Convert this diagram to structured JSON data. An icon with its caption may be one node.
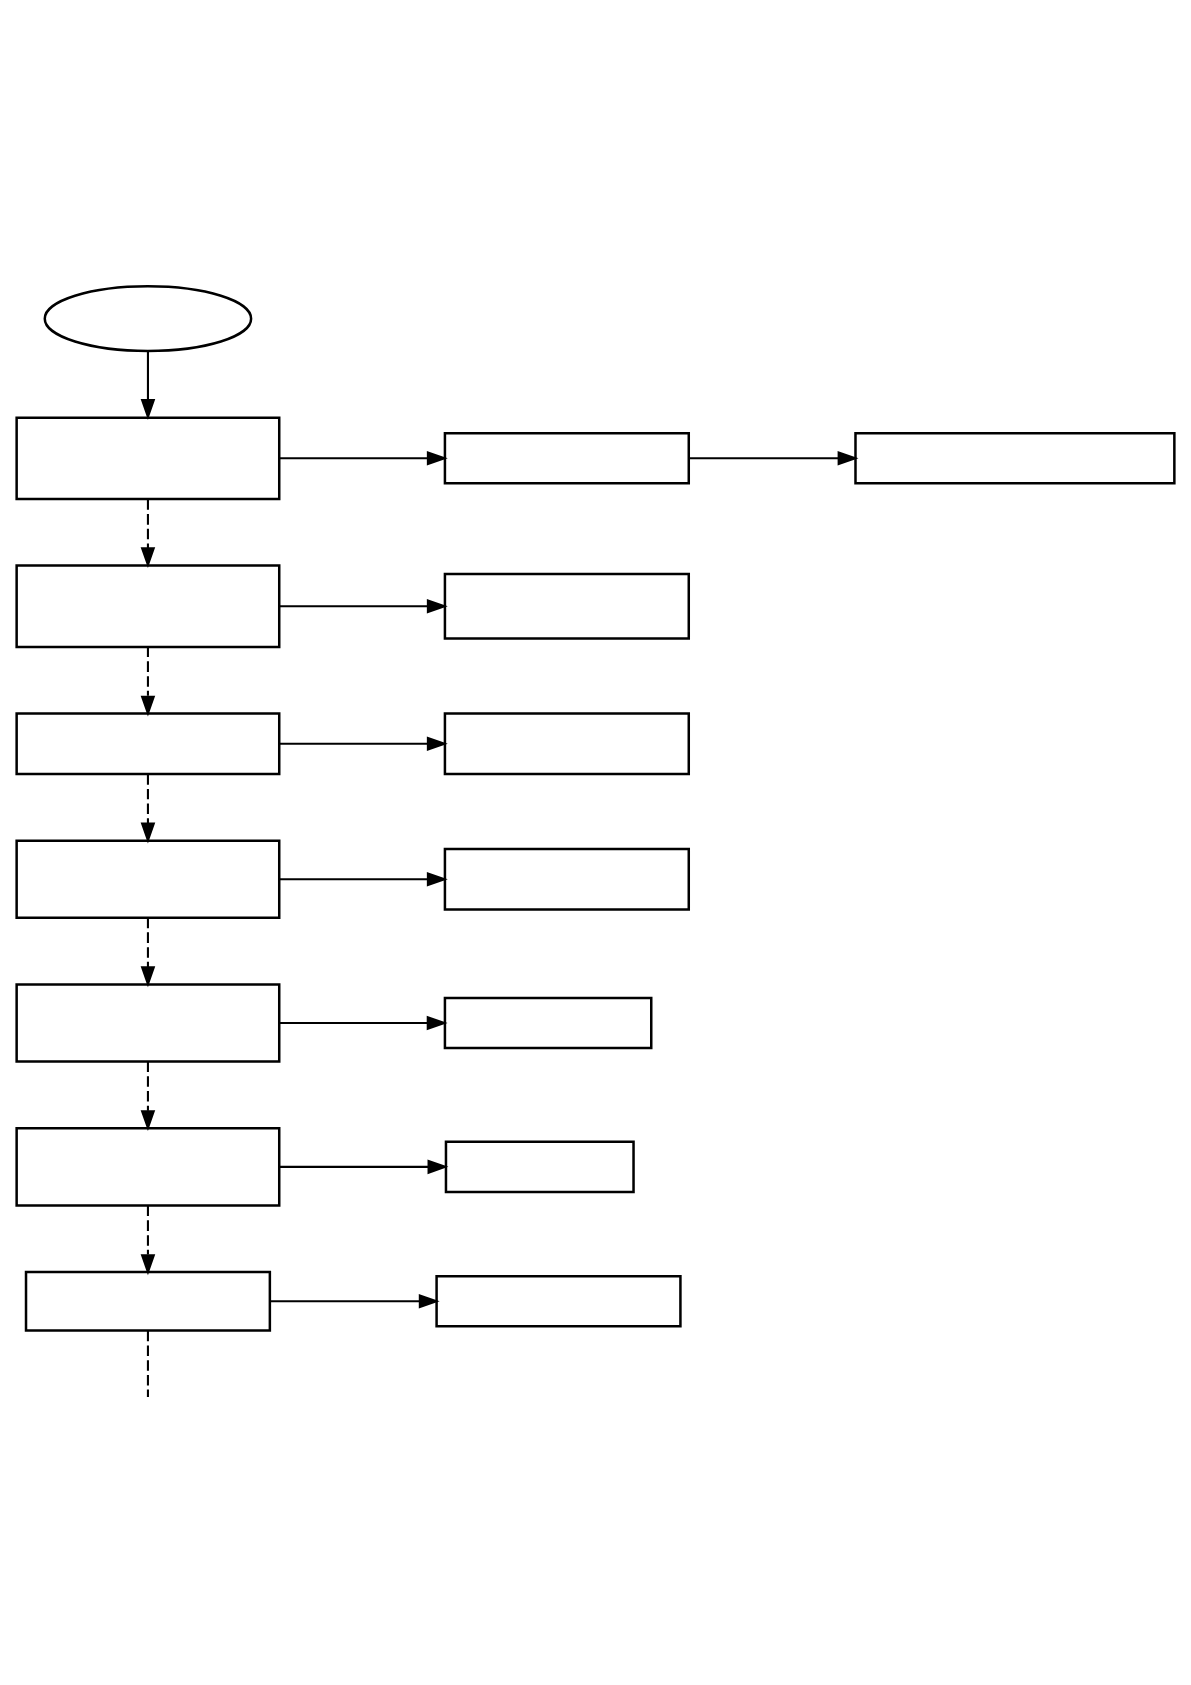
{
  "diagram": {
    "nodes": [
      {
        "text": [],
        "shape": "ellipse"
      },
      {
        "text": [],
        "shape": "box"
      },
      {
        "text": [],
        "shape": "box"
      },
      {
        "text": [],
        "shape": "box"
      },
      {
        "text": [],
        "shape": "box"
      },
      {
        "text": [],
        "shape": "box"
      },
      {
        "text": [],
        "shape": "box"
      },
      {
        "text": [],
        "shape": "box"
      },
      {
        "text": [],
        "shape": "box"
      },
      {
        "text": [],
        "shape": "box"
      },
      {
        "text": [],
        "shape": "box"
      },
      {
        "text": [],
        "shape": "box"
      },
      {
        "text": [],
        "shape": "box"
      },
      {
        "text": [],
        "shape": "box"
      },
      {
        "text": [],
        "shape": "box"
      },
      {
        "text": [],
        "shape": "box"
      }
    ],
    "edges": [
      {
        "from": 0,
        "to": 1,
        "arrow": "to"
      },
      {
        "from": 1,
        "to": 2,
        "arrow": "to"
      },
      {
        "from": 2,
        "to": 3,
        "arrow": "to"
      },
      {
        "from": 1,
        "to": 4,
        "arrow": "to",
        "style": "dashed"
      },
      {
        "from": 4,
        "to": 5,
        "arrow": "to"
      },
      {
        "from": 4,
        "to": 6,
        "arrow": "to",
        "style": "dashed"
      },
      {
        "from": 6,
        "to": 7,
        "arrow": "to"
      },
      {
        "from": 6,
        "to": 8,
        "arrow": "to",
        "style": "dashed"
      },
      {
        "from": 8,
        "to": 9,
        "arrow": "to"
      },
      {
        "from": 8,
        "to": 10,
        "arrow": "to",
        "style": "dashed"
      },
      {
        "from": 10,
        "to": 11,
        "arrow": "to"
      },
      {
        "from": 10,
        "to": 12,
        "arrow": "to",
        "style": "dashed"
      },
      {
        "from": 12,
        "to": 13,
        "arrow": "to"
      },
      {
        "from": 12,
        "to": 14,
        "arrow": "to",
        "style": "dashed"
      },
      {
        "from": 14,
        "to": 15,
        "arrow": "to"
      },
      {
        "from": 14,
        "to": null,
        "arrow": "none",
        "style": "dashed"
      }
    ]
  }
}
